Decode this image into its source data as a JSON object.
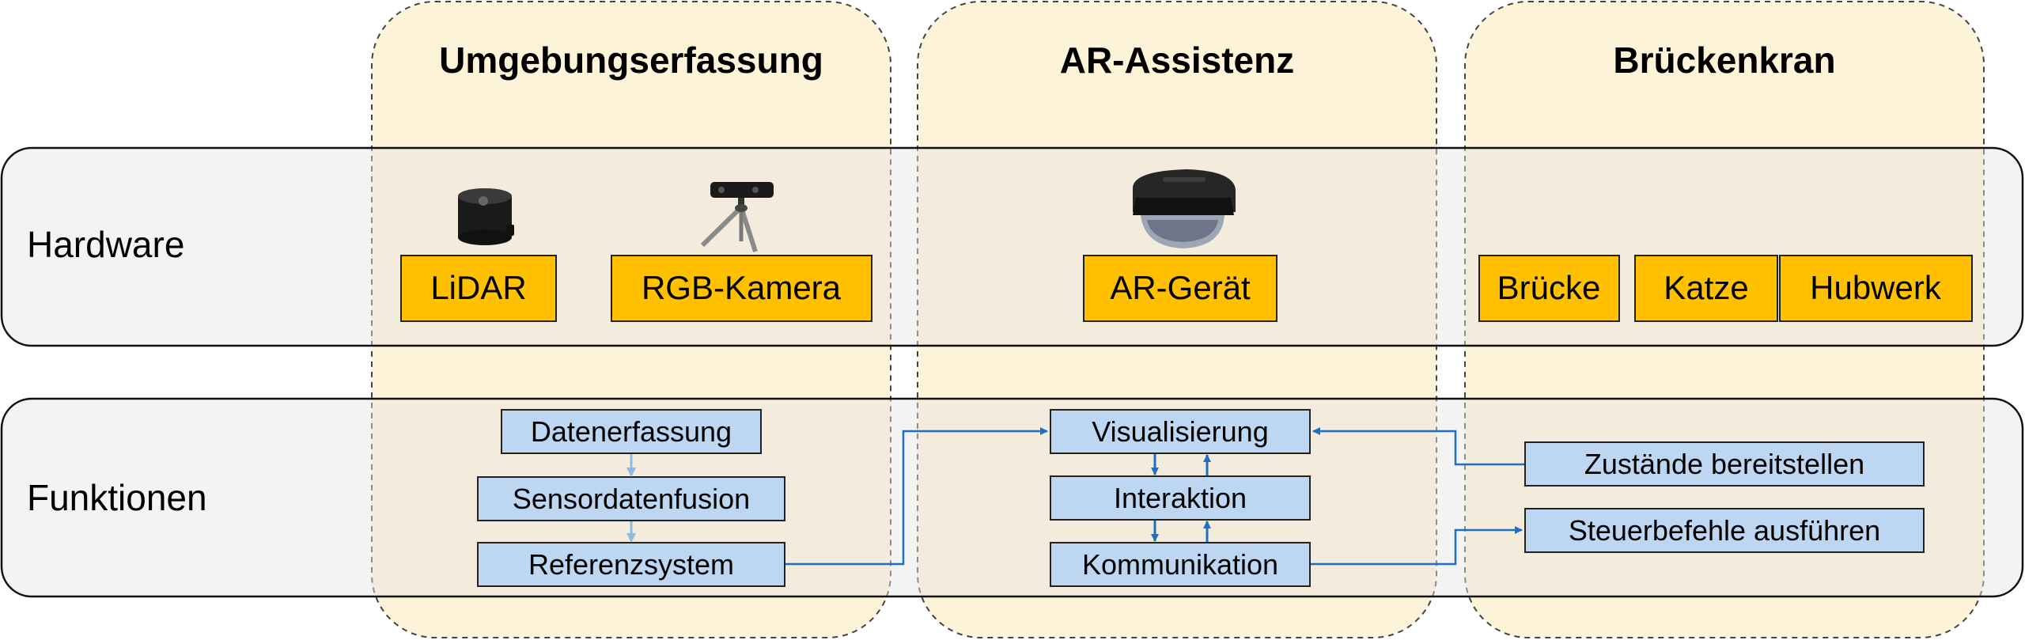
{
  "columns": {
    "environment": {
      "title": "Umgebungserfassung"
    },
    "ar": {
      "title": "AR-Assistenz"
    },
    "crane": {
      "title": "Brückenkran"
    }
  },
  "rows": {
    "hardware": {
      "label": "Hardware"
    },
    "functions": {
      "label": "Funktionen"
    }
  },
  "hardware": {
    "lidar": "LiDAR",
    "rgb_camera": "RGB-Kamera",
    "ar_device": "AR-Gerät",
    "bridge": "Brücke",
    "trolley": "Katze",
    "hoist": "Hubwerk"
  },
  "functions": {
    "data_acquisition": "Datenerfassung",
    "sensor_fusion": "Sensordatenfusion",
    "reference_system": "Referenzsystem",
    "visualization": "Visualisierung",
    "interaction": "Interaktion",
    "communication": "Kommunikation",
    "provide_states": "Zustände bereitstellen",
    "execute_commands": "Steuerbefehle ausführen"
  },
  "colors": {
    "column_fill": "#fdf3d8",
    "row_fill": "#f3f0ee",
    "hardware_box": "#ffc000",
    "function_box": "#bdd7f3",
    "arrow_blue": "#1f6fc1",
    "arrow_light": "#8fbbe0"
  },
  "icons": {
    "lidar": "lidar-sensor-icon",
    "camera": "rgb-camera-icon",
    "headset": "ar-headset-icon"
  }
}
